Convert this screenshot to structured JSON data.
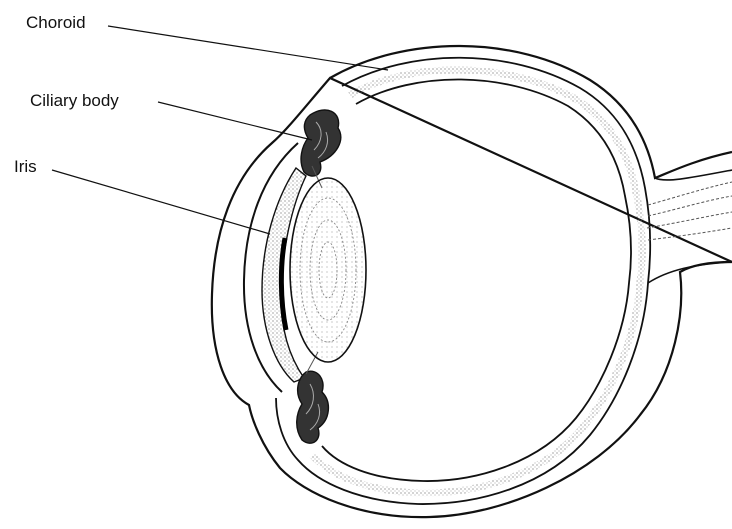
{
  "labels": {
    "choroid": "Choroid",
    "ciliary_body": "Ciliary body",
    "iris": "Iris"
  },
  "colors": {
    "line": "#111111",
    "tissue": "#444444",
    "background": "#ffffff"
  }
}
